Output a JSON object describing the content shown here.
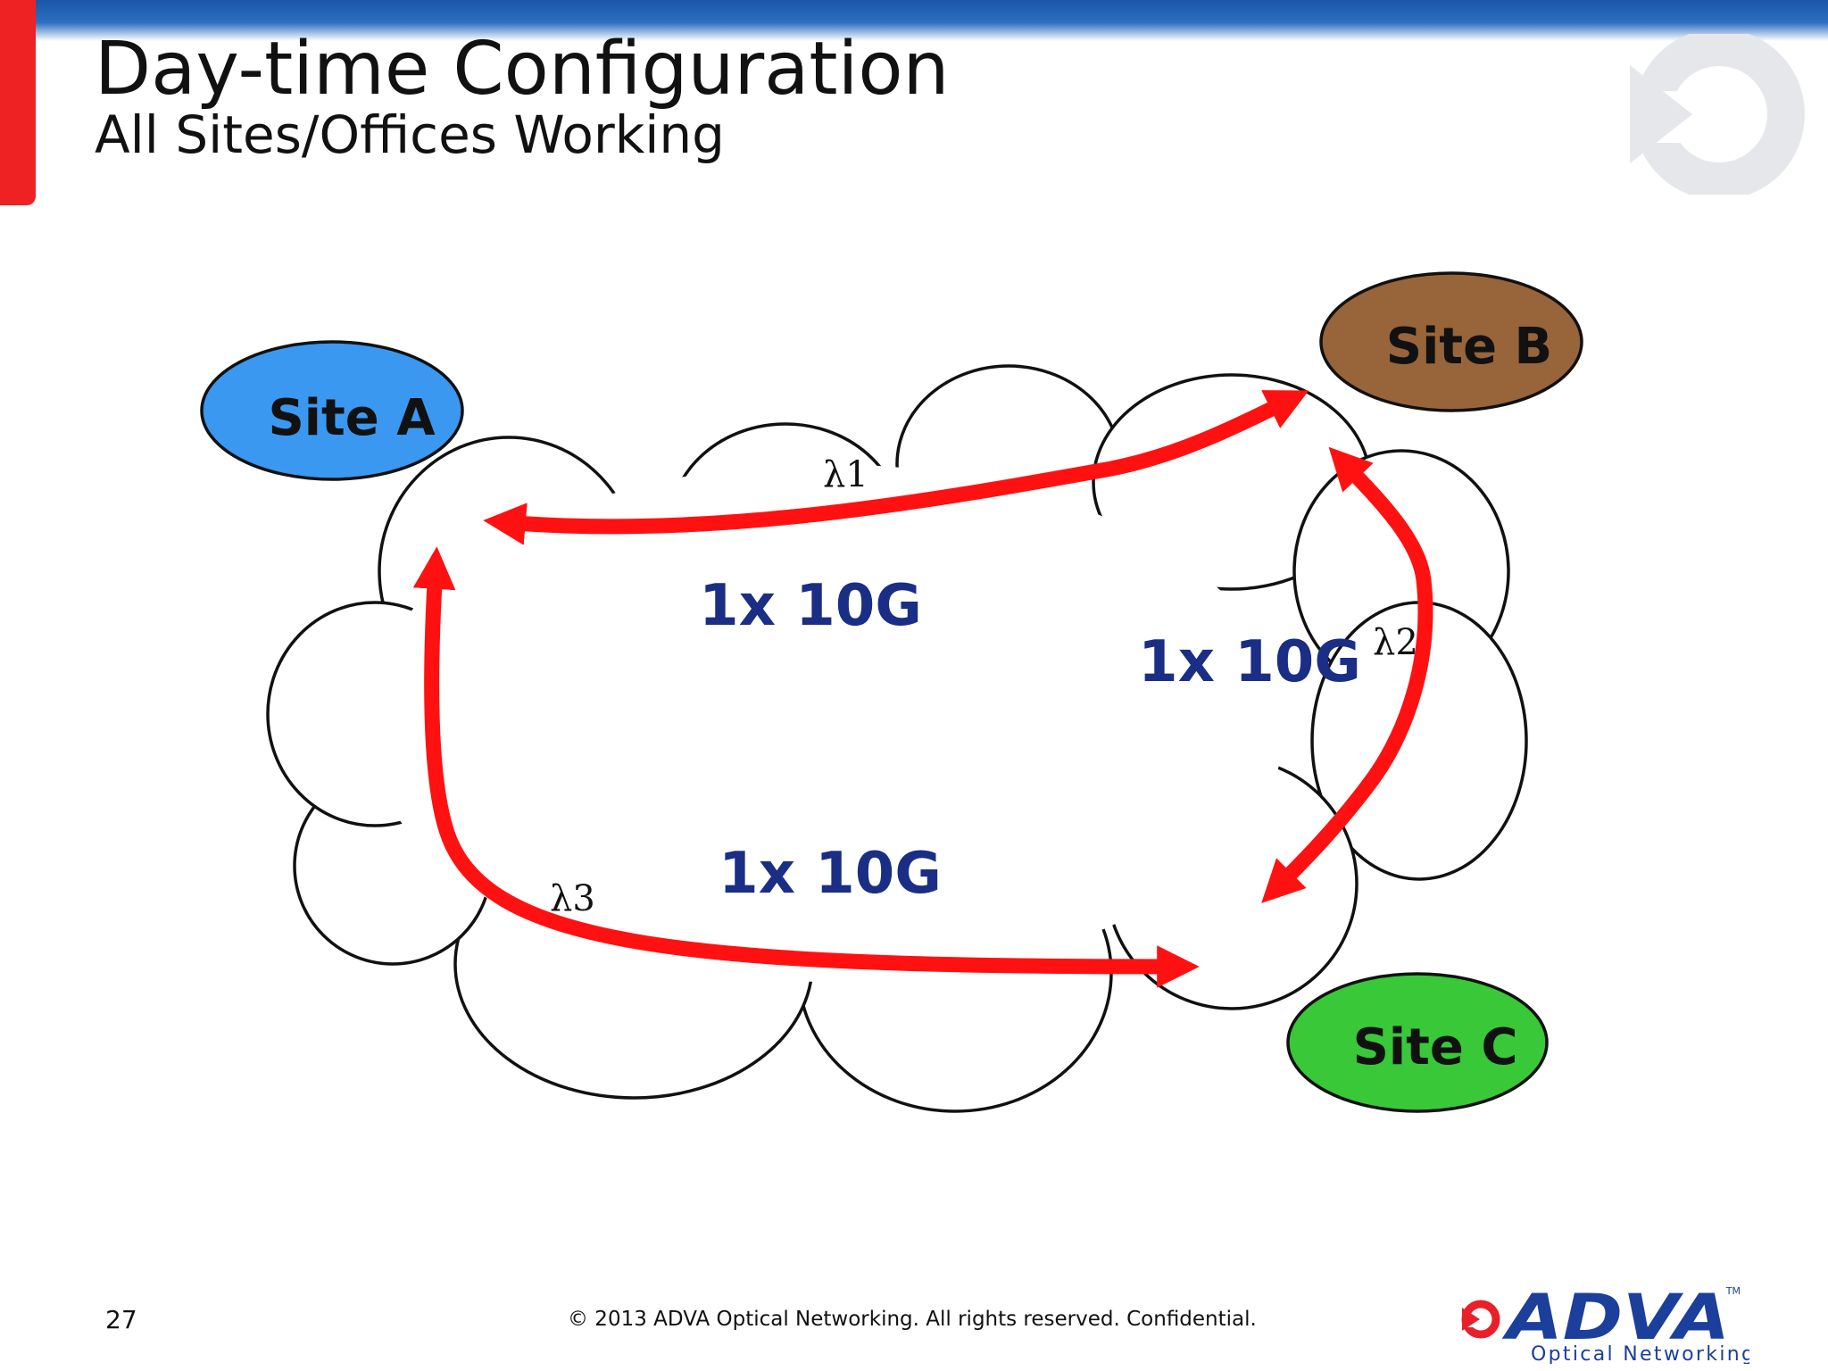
{
  "slide": {
    "title": "Day-time Configuration",
    "subtitle": "All Sites/Offices Working",
    "page_number": "27",
    "copyright": "© 2013 ADVA Optical Networking. All rights reserved. Confidential."
  },
  "logo": {
    "brand": "ADVA",
    "tagline": "Optical Networking",
    "trademark": "TM"
  },
  "diagram": {
    "sites": {
      "a": "Site A",
      "b": "Site B",
      "c": "Site C"
    },
    "links": {
      "ab": "1x 10G",
      "bc": "1x 10G",
      "ac": "1x 10G"
    },
    "wavelengths": {
      "ab": "λ1",
      "bc": "λ2",
      "ac": "λ3"
    }
  },
  "colors": {
    "accent_red": "#ee2222",
    "header_blue": "#1a55a8",
    "arrow_red": "#ff1111",
    "link_label_blue": "#1a2e86",
    "site_a_fill": "#3a98f0",
    "site_b_fill": "#98643a",
    "site_c_fill": "#38c838",
    "logo_blue": "#1b3f9a",
    "logo_red": "#e8202a"
  }
}
